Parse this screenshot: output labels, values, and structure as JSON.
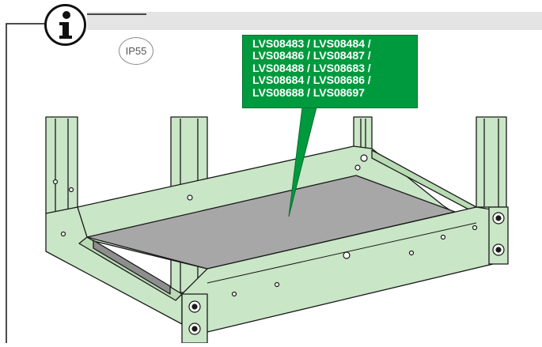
{
  "info_icon": "info-icon",
  "badge": {
    "label": "IP55"
  },
  "callout": {
    "lines": [
      "LVS08483 / LVS08484 /",
      "LVS08486 / LVS08487 /",
      "LVS08488 / LVS08683 /",
      "LVS08684 / LVS08686 /",
      "LVS08688 / LVS08697"
    ]
  },
  "colors": {
    "frame_fill": "#c9e6c6",
    "frame_stroke": "#1a1a1a",
    "plate_fill": "#a7a7a7",
    "callout_bg": "#009a3e",
    "header_bar": "#e4e4e4"
  }
}
